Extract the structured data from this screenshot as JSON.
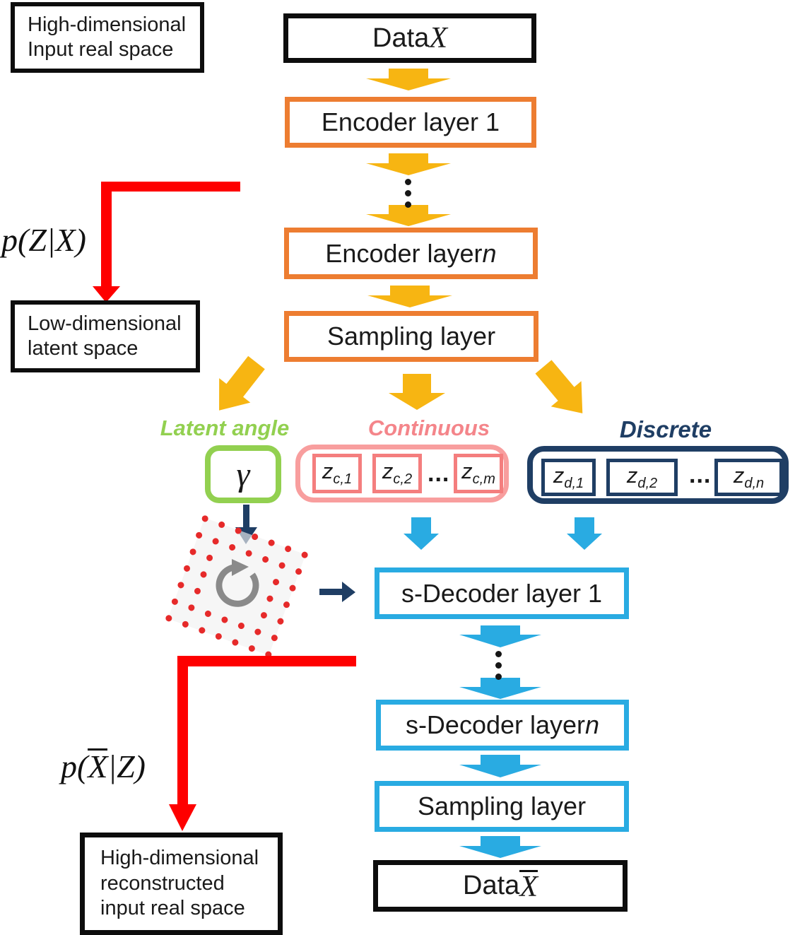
{
  "colors": {
    "black_box_border": "#0d0d0d",
    "orange_box_border": "#ED7D31",
    "cyan_box_border": "#29ABE2",
    "green_box_border": "#92D050",
    "pink_container_border": "#F89E9E",
    "pink_inner_border": "#F47E7E",
    "navy": "#1F3E64",
    "gold_arrow": "#F7B512",
    "cyan_arrow": "#29ABE2",
    "red_arrow": "#FE0000",
    "red_dot": "#E62A2A",
    "rotation_gray": "#8A8A8A",
    "continuous_label": "#F4858A",
    "latent_angle_label": "#92D050"
  },
  "labels": {
    "input_space": {
      "line1": "High-dimensional",
      "line2": "Input real space"
    },
    "data_x": {
      "prefix": "Data ",
      "symbol": "X"
    },
    "encoder1": "Encoder layer 1",
    "encoder_n": {
      "prefix": "Encoder layer ",
      "var": "n"
    },
    "sampling_encoder": "Sampling layer",
    "p_z_x": "p(Z|X)",
    "latent_space": {
      "line1": "Low-dimensional",
      "line2": "latent space"
    },
    "latent_angle": "Latent angle",
    "continuous": "Continuous",
    "discrete": "Discrete",
    "gamma": "γ",
    "ellipsis": "...",
    "z_c": [
      {
        "base": "z",
        "sub": "c,1"
      },
      {
        "base": "z",
        "sub": "c,2"
      },
      {
        "base": "z",
        "sub": "c,m"
      }
    ],
    "z_d": [
      {
        "base": "z",
        "sub": "d,1"
      },
      {
        "base": "z",
        "sub": "d,2"
      },
      {
        "base": "z",
        "sub": "d,n"
      }
    ],
    "s_decoder1": "s-Decoder layer 1",
    "s_decoder_n": {
      "prefix": "s-Decoder layer ",
      "var": "n"
    },
    "sampling_decoder": "Sampling layer",
    "data_x_bar": {
      "prefix": "Data ",
      "symbol": "X"
    },
    "p_xbar_z": {
      "pre": "p(",
      "x": "X",
      "post": "|Z)"
    },
    "reconstructed_space": {
      "line1": "High-dimensional",
      "line2": "reconstructed",
      "line3": "input real space"
    }
  }
}
